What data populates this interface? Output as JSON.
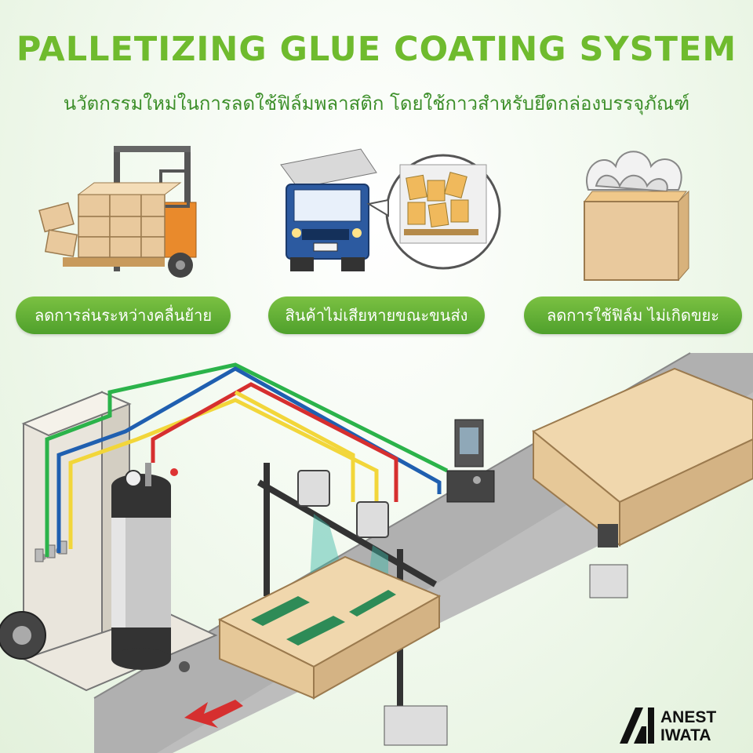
{
  "header": {
    "title": "PALLETIZING GLUE COATING SYSTEM",
    "subtitle": "นวัตกรรมใหม่ในการลดใช้ฟิล์มพลาสติก โดยใช้กาวสำหรับยึดกล่องบรรจุภัณฑ์"
  },
  "benefits": [
    {
      "label": "ลดการล่นระหว่างคลื่นย้าย",
      "icon": "forklift-icon"
    },
    {
      "label": "สินค้าไม่เสียหายขณะขนส่ง",
      "icon": "truck-icon"
    },
    {
      "label": "ลดการใช้ฟิล์ม ไม่เกิดขยะ",
      "icon": "waste-box-icon"
    }
  ],
  "brand": {
    "line1": "ANEST",
    "line2": "IWATA"
  },
  "colors": {
    "title_green": "#6fbb2e",
    "pill_green": "#5aab32",
    "conveyor": "#9e9e9e",
    "box": "#e6cda5",
    "glue": "#2e8b57"
  }
}
